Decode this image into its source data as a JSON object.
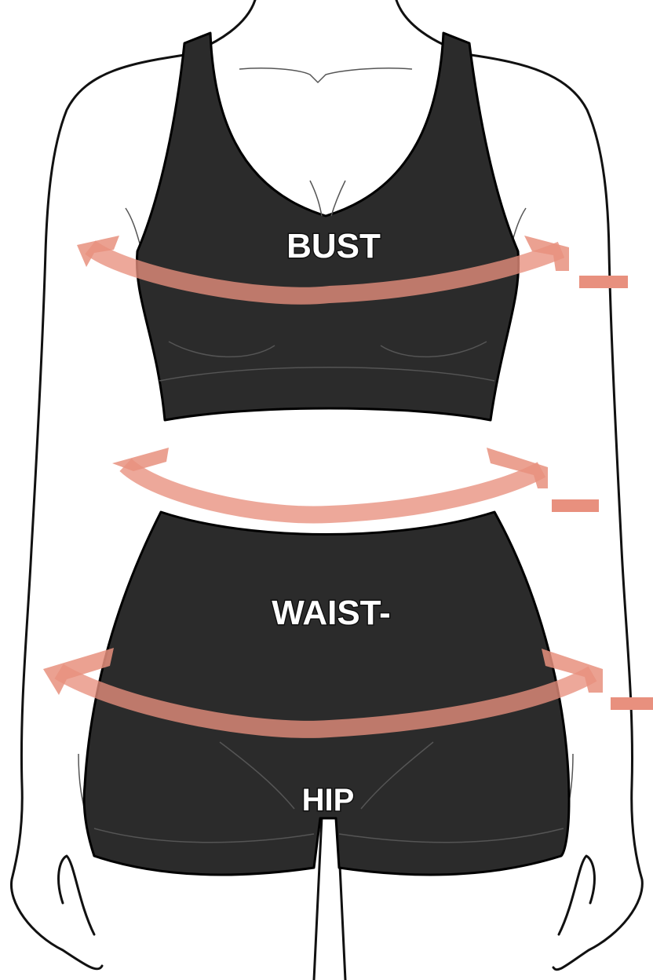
{
  "labels": {
    "bust": "BUST",
    "waist": "WAIST-",
    "hip": "HIP"
  },
  "colors": {
    "arrow": "#e8907e",
    "garment": "#2b2b2b",
    "outline": "#111111",
    "background": "#ffffff"
  }
}
